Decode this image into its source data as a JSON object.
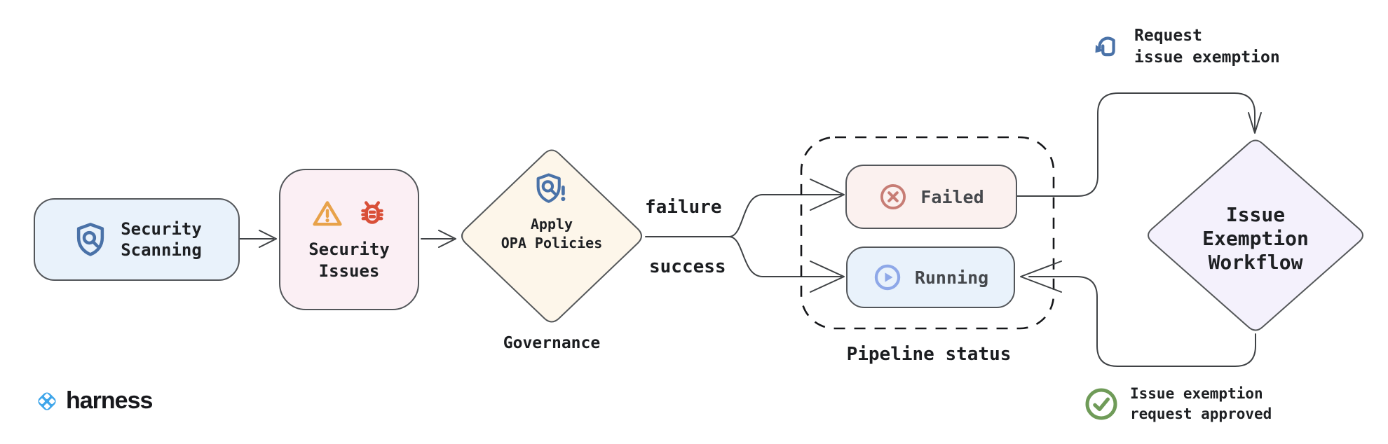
{
  "nodes": {
    "security_scanning": {
      "line1": "Security",
      "line2": "Scanning",
      "fill": "#e9f2fb",
      "icon": "shield-search-icon"
    },
    "security_issues": {
      "line1": "Security",
      "line2": "Issues",
      "fill": "#fbeff4",
      "icons": [
        "warning-triangle-icon",
        "bug-icon"
      ]
    },
    "apply_opa": {
      "line1": "Apply",
      "line2": "OPA Policies",
      "caption": "Governance",
      "fill": "#fdf6ea",
      "icon": "shield-alert-icon"
    },
    "failed": {
      "label": "Failed",
      "fill": "#fbf1ef",
      "icon": "circle-x-icon"
    },
    "running": {
      "label": "Running",
      "fill": "#e9f2fb",
      "icon": "circle-play-icon"
    },
    "issue_exemption": {
      "line1": "Issue",
      "line2": "Exemption",
      "line3": "Workflow",
      "fill": "#f4f1fc"
    }
  },
  "edges": {
    "failure": "failure",
    "success": "success"
  },
  "containers": {
    "pipeline_status": "Pipeline status"
  },
  "annotations": {
    "request": {
      "line1": "Request",
      "line2": "issue exemption",
      "icon": "tap-gesture-icon"
    },
    "approved": {
      "line1": "Issue exemption",
      "line2": "request approved",
      "icon": "check-circle-icon"
    }
  },
  "brand": {
    "name": "harness"
  },
  "colors": {
    "wire": "#3f4245",
    "node_border": "#53565a",
    "shield_blue": "#4a72a8",
    "warning_orange": "#e8a24a",
    "bug_red": "#d94f38",
    "failed_rose": "#c77d75",
    "running_periwinkle": "#8ea8e8",
    "approved_green": "#6f9b58",
    "harness_blue": "#3fa6ea"
  }
}
